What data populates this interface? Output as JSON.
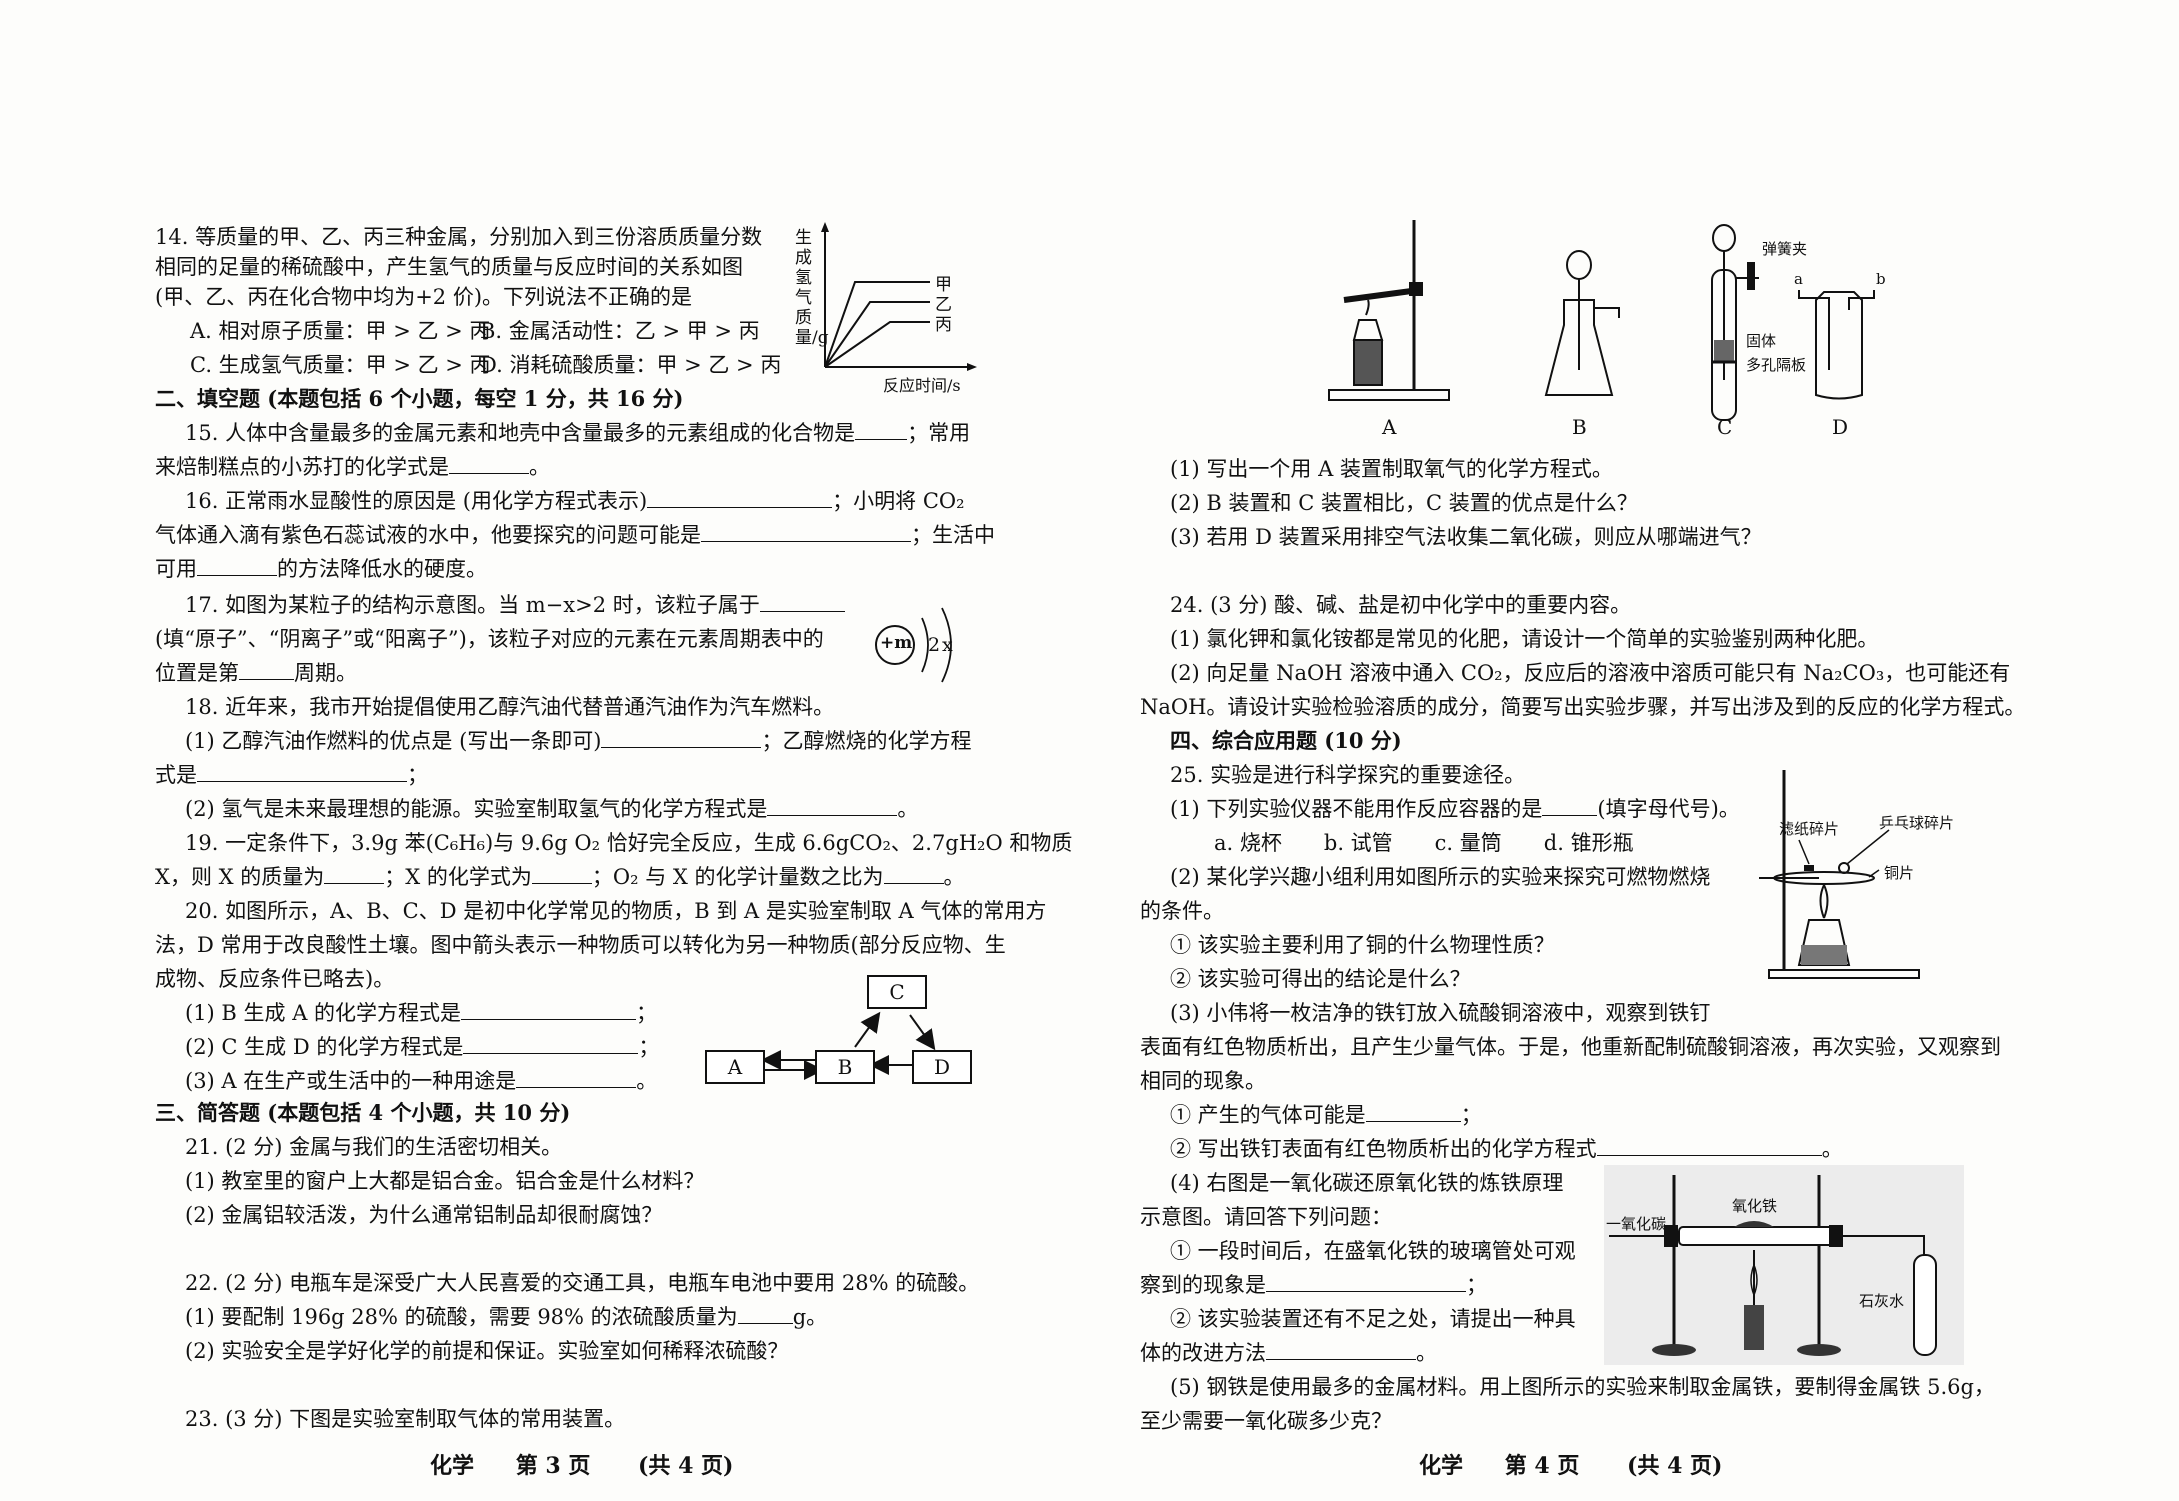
{
  "left": {
    "q14": {
      "l1": "14. 等质量的甲、乙、丙三种金属，分别加入到三份溶质质量分数",
      "l2": "相同的足量的稀硫酸中，产生氢气的质量与反应时间的关系如图",
      "l3": "(甲、乙、丙在化合物中均为+2 价)。下列说法不正确的是",
      "optA": "A. 相对原子质量：甲 > 乙 > 丙",
      "optB": "B. 金属活动性：乙 > 甲 > 丙",
      "optC": "C. 生成氢气质量：甲 > 乙 > 丙",
      "optD": "D. 消耗硫酸质量：甲 > 乙 > 丙",
      "graph": {
        "ylabel": "生成氢气质量/g",
        "xlabel": "反应时间/s",
        "series": [
          "甲",
          "乙",
          "丙"
        ]
      }
    },
    "sec2": "二、填空题 (本题包括 6 个小题，每空 1 分，共 16 分)",
    "q15": {
      "l1": "15. 人体中含量最多的金属元素和地壳中含量最多的元素组成的化合物是",
      "l1b": "；常用",
      "l2": "来焙制糕点的小苏打的化学式是",
      "l2b": "。"
    },
    "q16": {
      "l1": "16. 正常雨水显酸性的原因是 (用化学方程式表示)",
      "l1b": "；小明将 CO₂",
      "l2": "气体通入滴有紫色石蕊试液的水中，他要探究的问题可能是",
      "l2b": "；生活中",
      "l3": "可用",
      "l3b": "的方法降低水的硬度。"
    },
    "q17": {
      "l1": "17. 如图为某粒子的结构示意图。当 m−x>2 时，该粒子属于",
      "l2": "(填“原子”、“阴离子”或“阳离子”)，该粒子对应的元素在元素周期表中的",
      "l3": "位置是第",
      "l3b": "周期。",
      "nucleus": "+m",
      "shell1": "2",
      "shell2": "x"
    },
    "q18": {
      "l1": "18. 近年来，我市开始提倡使用乙醇汽油代替普通汽油作为汽车燃料。",
      "l2": "(1) 乙醇汽油作燃料的优点是 (写出一条即可)",
      "l2b": "；乙醇燃烧的化学方程",
      "l3": "式是",
      "l3b": "；",
      "l4": "(2) 氢气是未来最理想的能源。实验室制取氢气的化学方程式是",
      "l4b": "。"
    },
    "q19": {
      "l1": "19. 一定条件下，3.9g 苯(C₆H₆)与 9.6g O₂ 恰好完全反应，生成 6.6gCO₂、2.7gH₂O 和物质",
      "l2": "X，则 X 的质量为",
      "l2b": "；X 的化学式为",
      "l2c": "；O₂ 与 X 的化学计量数之比为",
      "l2d": "。"
    },
    "q20": {
      "l1": "20. 如图所示，A、B、C、D 是初中化学常见的物质，B 到 A 是实验室制取 A 气体的常用方",
      "l2": "法，D 常用于改良酸性土壤。图中箭头表示一种物质可以转化为另一种物质(部分反应物、生",
      "l3": "成物、反应条件已略去)。",
      "s1": "(1) B 生成 A 的化学方程式是",
      "s2": "(2) C 生成 D 的化学方程式是",
      "s3": "(3) A 在生产或生活中的一种用途是",
      "semi": "；",
      "dot": "。",
      "nodeA": "A",
      "nodeB": "B",
      "nodeC": "C",
      "nodeD": "D"
    },
    "sec3": "三、简答题 (本题包括 4 个小题，共 10 分)",
    "q21": {
      "l1": "21. (2 分) 金属与我们的生活密切相关。",
      "l2": "(1) 教室里的窗户上大都是铝合金。铝合金是什么材料？",
      "l3": "(2) 金属铝较活泼，为什么通常铝制品却很耐腐蚀？"
    },
    "q22": {
      "l1": "22. (2 分) 电瓶车是深受广大人民喜爱的交通工具，电瓶车电池中要用 28% 的硫酸。",
      "l2": "(1) 要配制 196g 28% 的硫酸，需要 98% 的浓硫酸质量为",
      "l2b": "g。",
      "l3": "(2) 实验安全是学好化学的前提和保证。实验室如何稀释浓硫酸？"
    },
    "q23": {
      "l1": "23. (3 分) 下图是实验室制取气体的常用装置。"
    },
    "footer": {
      "subject": "化学",
      "page": "第 3 页",
      "total": "(共 4 页)"
    }
  },
  "right": {
    "app": {
      "labelA": "A",
      "labelB": "B",
      "labelC": "C",
      "labelD": "D",
      "clip": "弹簧夹",
      "solid": "固体",
      "plate": "多孔隔板",
      "pa": "a",
      "pb": "b"
    },
    "q23": {
      "l1": "(1) 写出一个用 A 装置制取氧气的化学方程式。",
      "l2": "(2) B 装置和 C 装置相比，C 装置的优点是什么？",
      "l3": "(3) 若用 D 装置采用排空气法收集二氧化碳，则应从哪端进气？"
    },
    "q24": {
      "l1": "24. (3 分) 酸、碱、盐是初中化学中的重要内容。",
      "l2": "(1) 氯化钾和氯化铵都是常见的化肥，请设计一个简单的实验鉴别两种化肥。",
      "l3": "(2) 向足量 NaOH 溶液中通入 CO₂，反应后的溶液中溶质可能只有 Na₂CO₃，也可能还有",
      "l4": "NaOH。请设计实验检验溶质的成分，简要写出实验步骤，并写出涉及到的反应的化学方程式。"
    },
    "sec4": "四、综合应用题 (10 分)",
    "q25": {
      "l1": "25. 实验是进行科学探究的重要途径。",
      "l2": "(1) 下列实验仪器不能用作反应容器的是",
      "l2b": "(填字母代号)。",
      "opts": "a. 烧杯　　b. 试管　　c. 量筒　　d. 锥形瓶",
      "l3": "(2) 某化学兴趣小组利用如图所示的实验来探究可燃物燃烧",
      "l4": "的条件。",
      "l5": "① 该实验主要利用了铜的什么物理性质？",
      "l6": "② 该实验可得出的结论是什么？",
      "l7": "(3) 小伟将一枚洁净的铁钉放入硫酸铜溶液中，观察到铁钉",
      "l8": "表面有红色物质析出，且产生少量气体。于是，他重新配制硫酸铜溶液，再次实验，又观察到",
      "l9": "相同的现象。",
      "l10": "① 产生的气体可能是",
      "l10b": "；",
      "l11": "② 写出铁钉表面有红色物质析出的化学方程式",
      "l11b": "。",
      "l12": "(4) 右图是一氧化碳还原氧化铁的炼铁原理",
      "l13": "示意图。请回答下列问题：",
      "l14": "① 一段时间后，在盛氧化铁的玻璃管处可观",
      "l15": "察到的现象是",
      "l15b": "；",
      "l16": "② 该实验装置还有不足之处，请提出一种具",
      "l17": "体的改进方法",
      "l17b": "。",
      "l18": "(5) 钢铁是使用最多的金属材料。用上图所示的实验来制取金属铁，要制得金属铁 5.6g，",
      "l19": "至少需要一氧化碳多少克？",
      "fig1": {
        "filter": "滤纸碎片",
        "pingpong": "乒乓球碎片",
        "copper": "铜片"
      },
      "fig2": {
        "co": "一氧化碳",
        "fe2o3": "氧化铁",
        "lime": "石灰水"
      }
    },
    "footer": {
      "subject": "化学",
      "page": "第 4 页",
      "total": "(共 4 页)"
    }
  }
}
